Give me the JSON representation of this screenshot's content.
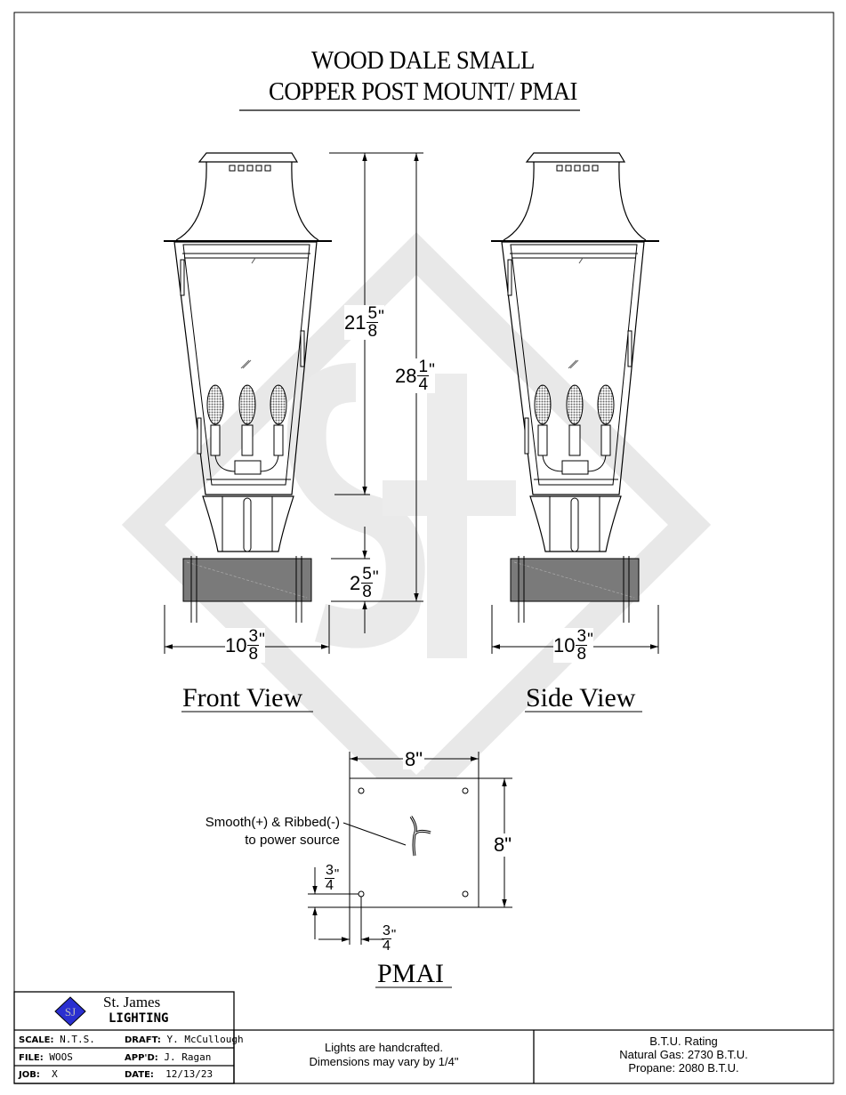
{
  "title": {
    "line1": "WOOD DALE SMALL",
    "line2": "COPPER POST MOUNT/ PMAI"
  },
  "views": {
    "front": "Front View",
    "side": "Side View",
    "pmai": "PMAI"
  },
  "dimensions": {
    "glass_height": {
      "whole": "21",
      "num": "5",
      "den": "8",
      "unit": "\""
    },
    "overall_height": {
      "whole": "28",
      "num": "1",
      "den": "4",
      "unit": "\""
    },
    "base_height": {
      "whole": "2",
      "num": "5",
      "den": "8",
      "unit": "\""
    },
    "front_width": {
      "whole": "10",
      "num": "3",
      "den": "8",
      "unit": "\""
    },
    "side_width": {
      "whole": "10",
      "num": "3",
      "den": "8",
      "unit": "\""
    },
    "pmai_width": "8\"",
    "pmai_height": "8\"",
    "pmai_offset_left": {
      "num": "3",
      "den": "4",
      "unit": "\""
    },
    "pmai_offset_bottom": {
      "num": "3",
      "den": "4",
      "unit": "\""
    }
  },
  "pmai_note": {
    "line1": "Smooth(+) & Ribbed(-)",
    "line2": "to power source"
  },
  "title_block": {
    "company": {
      "line1": "St. James",
      "line2": "LIGHTING"
    },
    "scale_label": "SCALE:",
    "scale": "N.T.S.",
    "file_label": "FILE:",
    "file": "WOOS",
    "job_label": "JOB:",
    "job": "X",
    "draft_label": "DRAFT:",
    "draft": "Y. McCullough",
    "approved_label": "APP'D:",
    "approved": "J. Ragan",
    "date_label": "DATE:",
    "date": "12/13/23",
    "note": {
      "line1": "Lights are handcrafted.",
      "line2": "Dimensions may vary by 1/4\""
    },
    "btu": {
      "line1": "B.T.U. Rating",
      "line2": "Natural Gas: 2730 B.T.U.",
      "line3": "Propane: 2080 B.T.U."
    }
  },
  "colors": {
    "logo_blue": "#2a2fd0",
    "base_block": "#7a7a7a",
    "watermark": "#e8e8e8"
  }
}
